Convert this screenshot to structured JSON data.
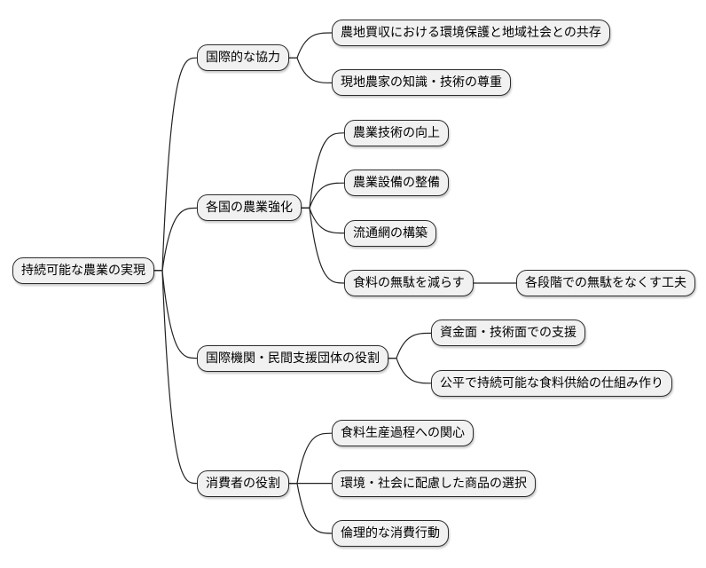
{
  "diagram": {
    "type": "mindmap",
    "colors": {
      "background": "#ffffff",
      "node_fill": "#f1f1f1",
      "node_border": "#2d2d2d",
      "connector": "#222222",
      "text": "#000000"
    },
    "root": {
      "label": "持続可能な農業の実現",
      "children": [
        {
          "label": "国際的な協力",
          "children": [
            {
              "label": "農地買収における環境保護と地域社会との共存"
            },
            {
              "label": "現地農家の知識・技術の尊重"
            }
          ]
        },
        {
          "label": "各国の農業強化",
          "children": [
            {
              "label": "農業技術の向上"
            },
            {
              "label": "農業設備の整備"
            },
            {
              "label": "流通網の構築"
            },
            {
              "label": "食料の無駄を減らす",
              "children": [
                {
                  "label": "各段階での無駄をなくす工夫"
                }
              ]
            }
          ]
        },
        {
          "label": "国際機関・民間支援団体の役割",
          "children": [
            {
              "label": "資金面・技術面での支援"
            },
            {
              "label": "公平で持続可能な食料供給の仕組み作り"
            }
          ]
        },
        {
          "label": "消費者の役割",
          "children": [
            {
              "label": "食料生産過程への関心"
            },
            {
              "label": "環境・社会に配慮した商品の選択"
            },
            {
              "label": "倫理的な消費行動"
            }
          ]
        }
      ]
    }
  }
}
